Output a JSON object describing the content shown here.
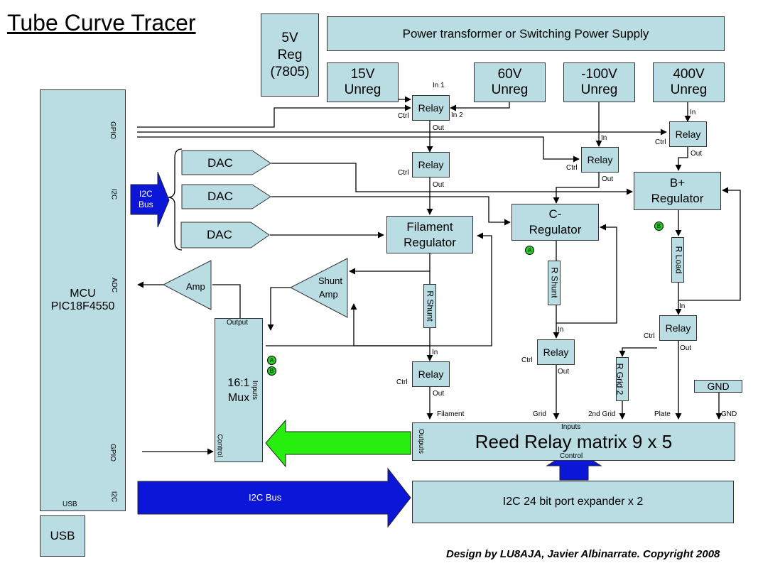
{
  "title": "Tube Curve Tracer",
  "credit": "Design by LU8AJA, Javier Albinarrate. Copyright 2008",
  "supply": {
    "transformer": "Power transformer or Switching Power Supply",
    "reg5v": [
      "5V",
      "Reg",
      "(7805)"
    ],
    "u15": [
      "15V",
      "Unreg"
    ],
    "u60": [
      "60V",
      "Unreg"
    ],
    "u100": [
      "-100V",
      "Unreg"
    ],
    "u400": [
      "400V",
      "Unreg"
    ]
  },
  "mcu": {
    "name": "MCU",
    "part": "PIC18F4550",
    "gpio": "GPIO",
    "i2c": "I2C",
    "adc": "ADC",
    "gpio2": "GPIO",
    "usb": "USB",
    "i2c2": "I2C"
  },
  "usb": "USB",
  "dac": "DAC",
  "i2c_bus_small": [
    "I2C",
    "Bus"
  ],
  "i2c_bus_big": "I2C Bus",
  "relay": "Relay",
  "pins": {
    "in": "In",
    "out": "Out",
    "ctrl": "Ctrl",
    "in1": "In 1",
    "in2": "In 2",
    "inputs": "Inputs",
    "outputs": "Outputs",
    "control": "Control",
    "output": "Output"
  },
  "regs": {
    "filament": [
      "Filament",
      "Regulator"
    ],
    "c_minus": [
      "C-",
      "Regulator"
    ],
    "b_plus": [
      "B+",
      "Regulator"
    ]
  },
  "resistors": {
    "r_shunt": "R Shunt",
    "r_load": "R Load",
    "r_grid2": "R Grid 2"
  },
  "amp": "Amp",
  "shunt_amp": [
    "Shunt",
    "Amp"
  ],
  "mux": [
    "16:1",
    "Mux"
  ],
  "markers": {
    "a": "A",
    "b": "B"
  },
  "gnd": "GND",
  "matrix": "Reed Relay matrix 9 x 5",
  "expander": "I2C 24 bit port expander x 2",
  "signals": {
    "filament": "Filament",
    "grid": "Grid",
    "grid2": "2nd Grid",
    "plate": "Plate",
    "gnd": "GND"
  },
  "colors": {
    "box": "#b9dde3",
    "blue_arrow": "#0b16d8",
    "green_arrow": "#27ee0e",
    "marker": "#22cc22"
  }
}
